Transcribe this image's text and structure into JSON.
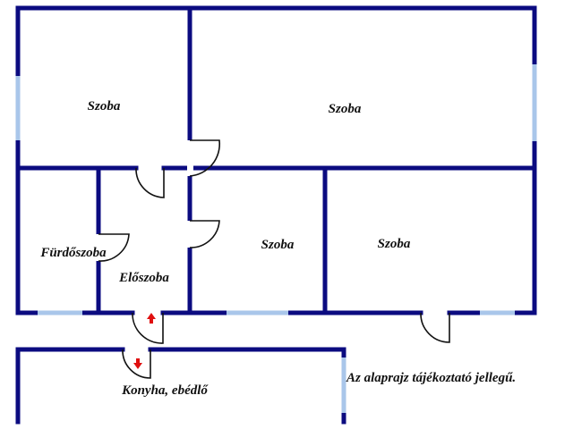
{
  "rooms": {
    "szoba_top_left": "Szoba",
    "szoba_top_right": "Szoba",
    "furdoszoba": "Fürdőszoba",
    "eloszoba": "Előszoba",
    "szoba_mid": "Szoba",
    "szoba_right": "Szoba",
    "konyha": "Konyha, ebédlő"
  },
  "note": "Az alaprajz tájékoztató jellegű.",
  "colors": {
    "wall": "#0b0b80",
    "window": "#a9c6ea",
    "arrow": "#e01010"
  }
}
